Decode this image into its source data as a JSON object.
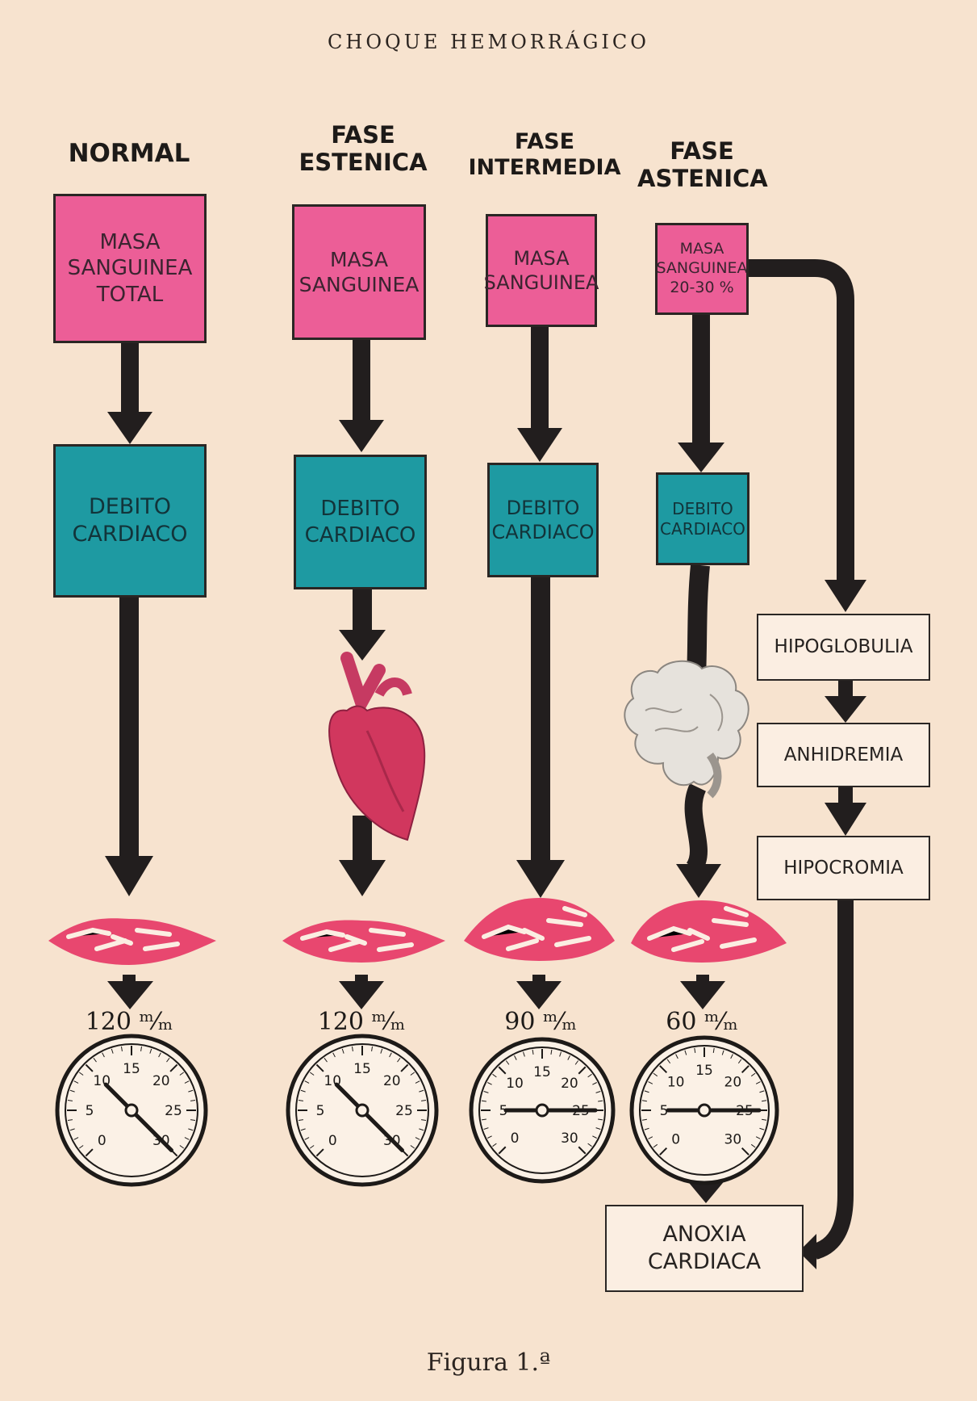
{
  "header": "CHOQUE HEMORRÁGICO",
  "columns": [
    {
      "phase": "NORMAL",
      "masa": "MASA\nSANGUINEA\nTOTAL",
      "debito": "DEBITO\nCARDIACO",
      "pressure": "120 ᵐ⁄ₘ",
      "gauge_value": 30
    },
    {
      "phase": "FASE\nESTENICA",
      "masa": "MASA\nSANGUINEA",
      "debito": "DEBITO\nCARDIACO",
      "pressure": "120 ᵐ⁄ₘ",
      "gauge_value": 30
    },
    {
      "phase": "FASE\nINTERMEDIA",
      "masa": "MASA\nSANGUINEA",
      "debito": "DEBITO\nCARDIACO",
      "pressure": "90 ᵐ⁄ₘ",
      "gauge_value": 25
    },
    {
      "phase": "FASE\nASTENICA",
      "masa": "MASA\nSANGUINEA\n20-30 %",
      "debito": "DEBITO\nCARDIACO",
      "pressure": "60 ᵐ⁄ₘ",
      "gauge_value": 25
    }
  ],
  "side_chain": [
    "HIPOGLOBULIA",
    "ANHIDREMIA",
    "HIPOCROMIA"
  ],
  "result": "ANOXIA\nCARDIACA",
  "gauge_ticks": [
    "0",
    "5",
    "10",
    "15",
    "20",
    "25",
    "30"
  ],
  "caption": "Figura 1.ª",
  "colors": {
    "masa": "#ec5e97",
    "debito": "#1e9aa2",
    "arrow": "#221e1e",
    "tissue": "#e8476f",
    "heart": "#d1375e",
    "brain": "#e6e2dc"
  }
}
